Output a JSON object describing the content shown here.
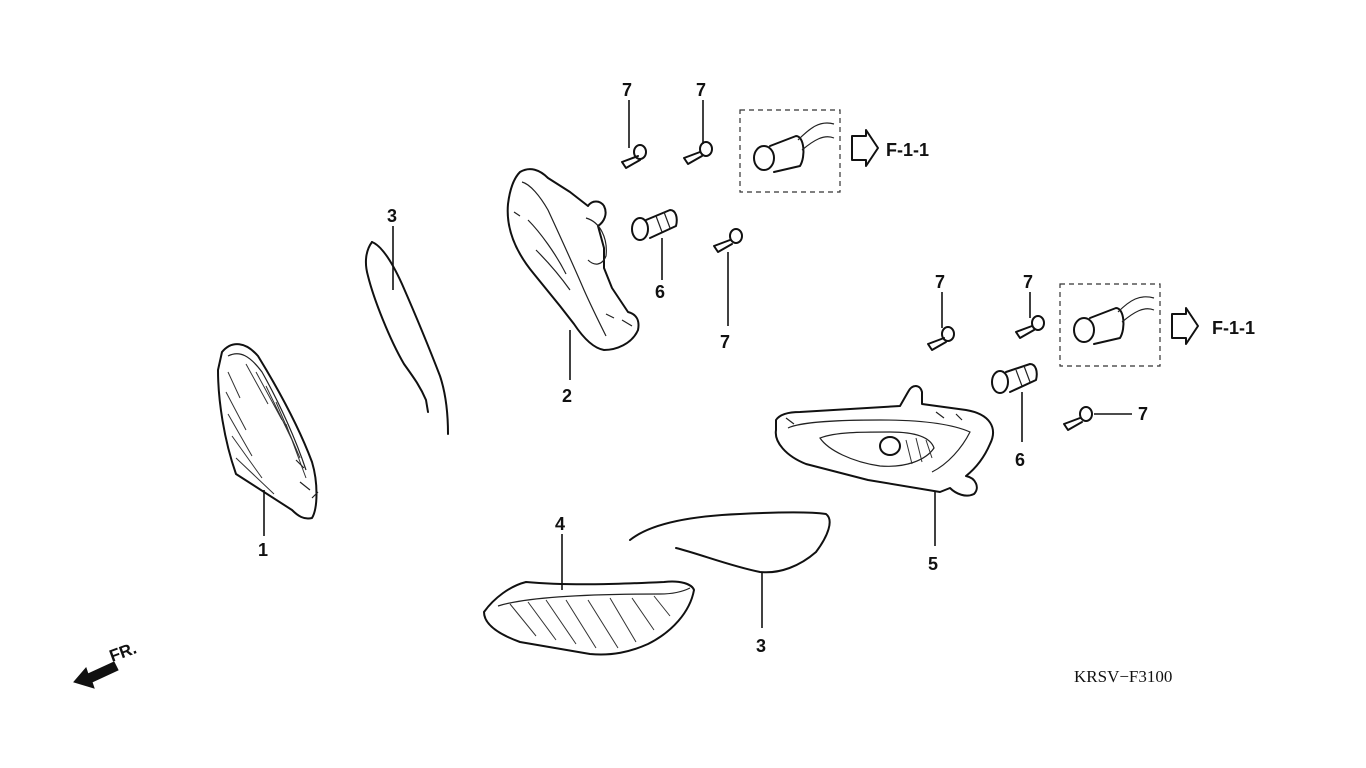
{
  "callouts": {
    "p1": "1",
    "p2": "2",
    "p3a": "3",
    "p3b": "3",
    "p4": "4",
    "p5": "5",
    "p6a": "6",
    "p6b": "6",
    "p7a": "7",
    "p7b": "7",
    "p7c": "7",
    "p7d": "7",
    "p7e": "7",
    "p7f": "7"
  },
  "refs": {
    "upper": "F-1-1",
    "lower": "F-1-1"
  },
  "direction_label": "FR.",
  "diagram_code": "KRSV−F3100"
}
